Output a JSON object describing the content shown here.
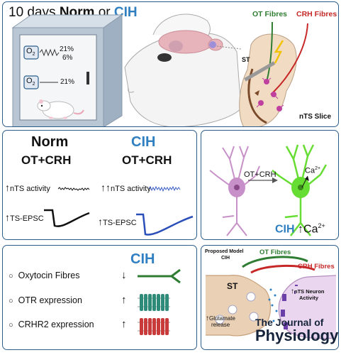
{
  "top": {
    "title_prefix": "10 days",
    "title_norm": "Norm",
    "title_or": "or",
    "title_cih": "CIH",
    "chamber": {
      "o2_label": "O",
      "o2_sub": "2",
      "cih_pct_high": "21%",
      "cih_pct_low": "6%",
      "norm_pct": "21%"
    },
    "slice": {
      "ot_fibres": "OT Fibres",
      "crh_fibres": "CRH Fibres",
      "st_label": "ST",
      "nts_slice": "nTS Slice"
    }
  },
  "mid_left": {
    "norm_header": "Norm",
    "cih_header": "CIH",
    "norm_sub": "OT+CRH",
    "cih_sub": "OT+CRH",
    "nts_activity": "nTS activity",
    "ts_epsc": "TS-EPSC",
    "norm_activity_arrows": "↑",
    "cih_activity_arrows": "↑↑",
    "epsc_arrow": "↑"
  },
  "mid_right": {
    "ot_crh": "OT+CRH",
    "ca_label": "Ca",
    "ca_sup": "2+",
    "cih_label": "CIH",
    "ca_bottom": "Ca",
    "ca_bottom_sup": "2+",
    "up_arrow": "↑"
  },
  "bottom_left": {
    "header": "CIH",
    "rows": [
      {
        "label": "Oxytocin Fibres",
        "arrow": "↓"
      },
      {
        "label": "OTR expression",
        "arrow": "↑"
      },
      {
        "label": "CRHR2 expression",
        "arrow": "↑"
      }
    ]
  },
  "bottom_right": {
    "proposed_line1": "Proposed Model",
    "proposed_line2": "CIH",
    "ot_fibres": "OT Fibres",
    "crh_fibres": "CRH Fibres",
    "st_label": "ST",
    "nts_neuron_line1": "nTS Neuron",
    "nts_neuron_line2": "Activity",
    "glutamate_line1": "Glutamate",
    "glutamate_line2": "release",
    "up_arrow": "↑",
    "journal_line1": "The Journal of",
    "journal_line2": "Physiology"
  },
  "colors": {
    "border": "#2c5d8a",
    "cih_blue": "#2f7fc1",
    "ot_green": "#2f7d32",
    "crh_red": "#c62828",
    "neuron_green": "#66dd33",
    "neuron_pink": "#c890c8"
  }
}
